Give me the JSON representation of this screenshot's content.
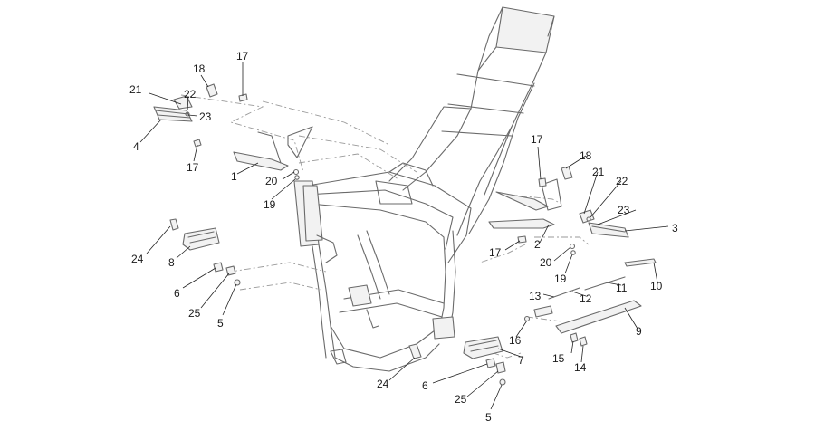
{
  "callouts": [
    "1",
    "2",
    "3",
    "4",
    "5",
    "5",
    "6",
    "6",
    "7",
    "8",
    "9",
    "10",
    "11",
    "12",
    "13",
    "14",
    "15",
    "16",
    "17",
    "17",
    "17",
    "17",
    "18",
    "18",
    "19",
    "19",
    "20",
    "20",
    "21",
    "21",
    "22",
    "22",
    "23",
    "23",
    "24",
    "24",
    "25",
    "25"
  ]
}
